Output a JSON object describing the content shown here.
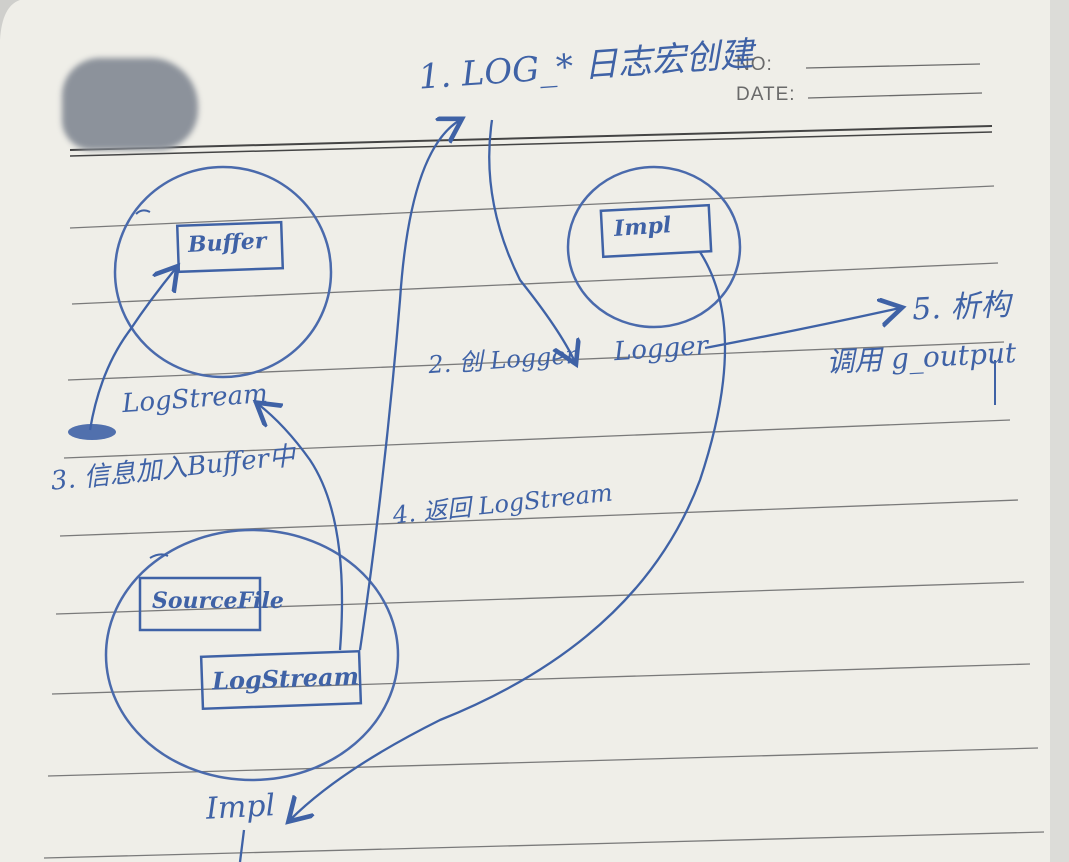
{
  "header": {
    "no_label": "NO:",
    "date_label": "DATE:"
  },
  "notes": {
    "title": "1. LOG_* 日志宏创建",
    "step2": "2. 创 Logger",
    "step3": "3. 信息加入Buffer中",
    "step4": "4. 返回 LogStream",
    "step5": "5. 析构",
    "step5_sub": "调用 g_output"
  },
  "nodes": {
    "buffer": "Buffer",
    "logstream_top": "LogStream",
    "impl_top": "Impl",
    "logger": "Logger",
    "sourcefile": "SourceFile",
    "logstream_inner": "LogStream",
    "impl_bottom": "Impl"
  },
  "colors": {
    "ink": "#3f62a6",
    "paper": "#efeee8",
    "rule": "#6b6b6b"
  }
}
